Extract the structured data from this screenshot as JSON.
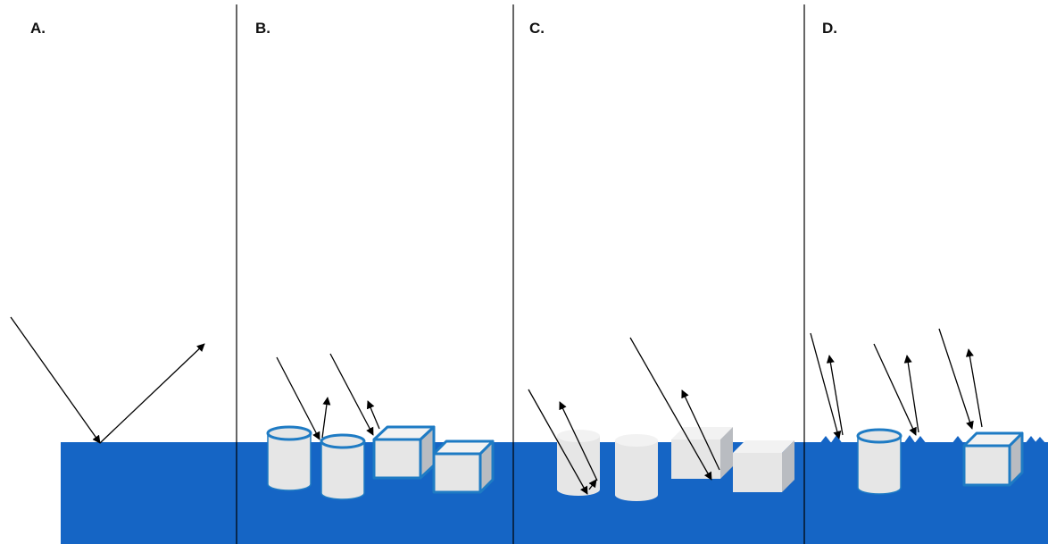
{
  "panels": [
    {
      "label": "A."
    },
    {
      "label": "B."
    },
    {
      "label": "C."
    },
    {
      "label": "D."
    }
  ],
  "colors": {
    "water": "#1565c5",
    "outline_blue": "#1e7bc4",
    "object_fill": "#e6e6e6",
    "object_side": "#b9bcc1",
    "divider": "#000000",
    "arrow": "#000000"
  },
  "icons": {
    "cylinder": "cylinder-icon",
    "cube": "cube-icon",
    "wave": "wave-icon"
  }
}
